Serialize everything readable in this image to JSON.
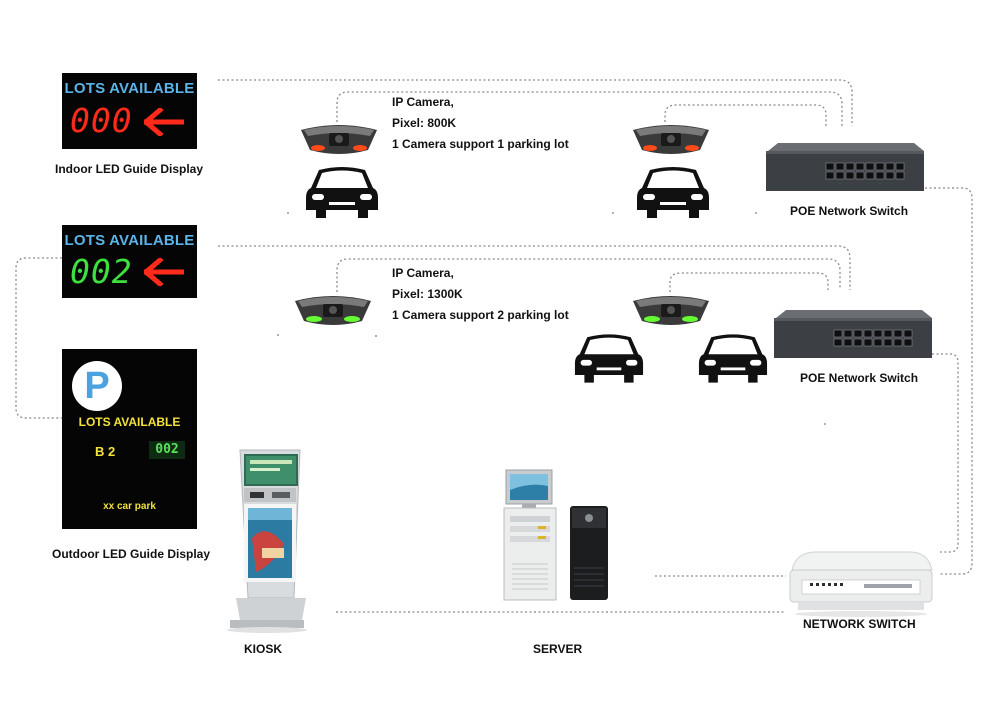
{
  "indoor_display": {
    "header": "LOTS AVAILABLE",
    "count": "000",
    "count_color": "#ff2a1a",
    "arrow_color": "#ff2a1a",
    "caption": "Indoor LED Guide Display"
  },
  "second_display": {
    "header": "LOTS AVAILABLE",
    "count": "002",
    "count_color": "#3ee03e",
    "arrow_color": "#ff2a1a"
  },
  "outdoor_display": {
    "parking_symbol": "P",
    "header": "LOTS AVAILABLE",
    "zone": "B 2",
    "count": "002",
    "name": "xx car park",
    "caption": "Outdoor LED Guide Display"
  },
  "camera_group_1": {
    "line1": "IP Camera,",
    "line2": "Pixel: 800K",
    "line3": "1 Camera support  1 parking lot",
    "light_color": "#ff4a1a"
  },
  "camera_group_2": {
    "line1": "IP Camera,",
    "line2": "Pixel: 1300K",
    "line3": "1 Camera support  2 parking lot",
    "light_color": "#66ff33"
  },
  "switches": {
    "poe_1": "POE Network Switch",
    "poe_2": "POE Network Switch",
    "main": "NETWORK SWITCH"
  },
  "kiosk": {
    "label": "KIOSK"
  },
  "server": {
    "label": "SERVER"
  },
  "icons": [
    "camera-icon",
    "car-icon",
    "switch-icon",
    "kiosk-icon",
    "server-icon",
    "parking-icon",
    "arrow-left-icon"
  ]
}
